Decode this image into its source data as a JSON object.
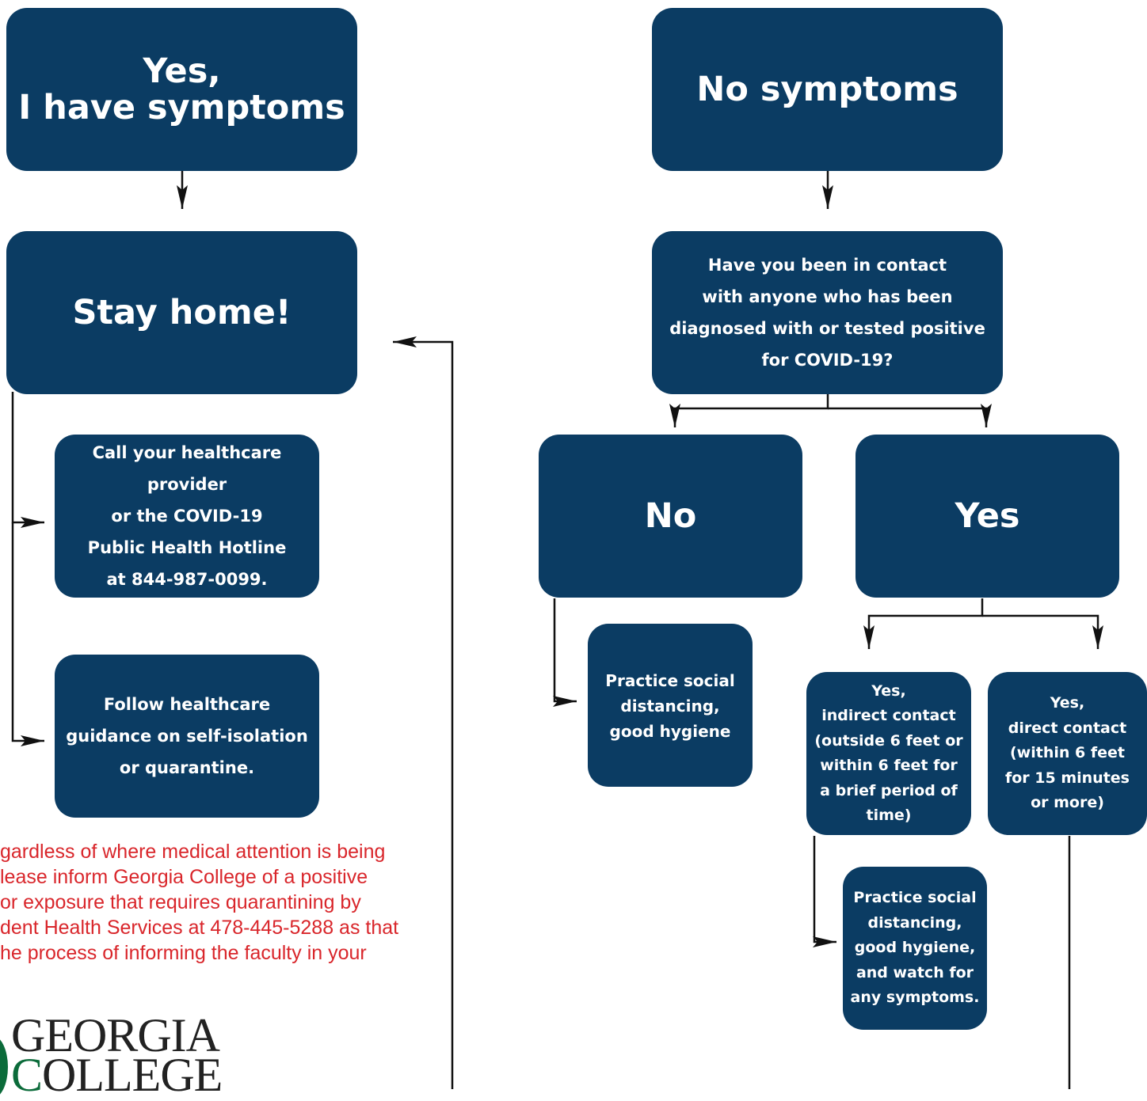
{
  "left": {
    "symptoms_box": "Yes,\nI have symptoms",
    "stay_home_box": "Stay home!",
    "call_box": "Call your healthcare provider\nor the COVID-19\nPublic Health Hotline\nat 844-987-0099.",
    "follow_box": "Follow healthcare\nguidance on self-isolation\nor quarantine.",
    "notice_text": "gardless of where medical attention is being\nlease inform Georgia College of a positive\nor exposure that requires quarantining by\ndent Health Services at 478-445-5288 as that\nhe process of informing the faculty in your"
  },
  "right": {
    "no_symptoms_box": "No symptoms",
    "contact_question_box": "Have you been in contact\nwith anyone who has been\ndiagnosed with or tested positive\nfor COVID-19?",
    "no_box": "No",
    "yes_box": "Yes",
    "practice_box": "Practice social\ndistancing,\ngood hygiene",
    "indirect_box": "Yes,\nindirect contact\n(outside 6 feet or\nwithin 6 feet for\na brief period of\ntime)",
    "direct_box": "Yes,\ndirect contact\n(within 6 feet\nfor 15 minutes\nor more)",
    "watch_box": "Practice social\ndistancing,\ngood hygiene,\nand watch for\nany symptoms."
  },
  "logo": {
    "line1": "GEORGIA",
    "line2_initial": "C",
    "line2_rest": "OLLEGE"
  },
  "colors": {
    "box": "#0b3c63",
    "notice": "#d9262b",
    "brand_green": "#0b6b3a"
  }
}
